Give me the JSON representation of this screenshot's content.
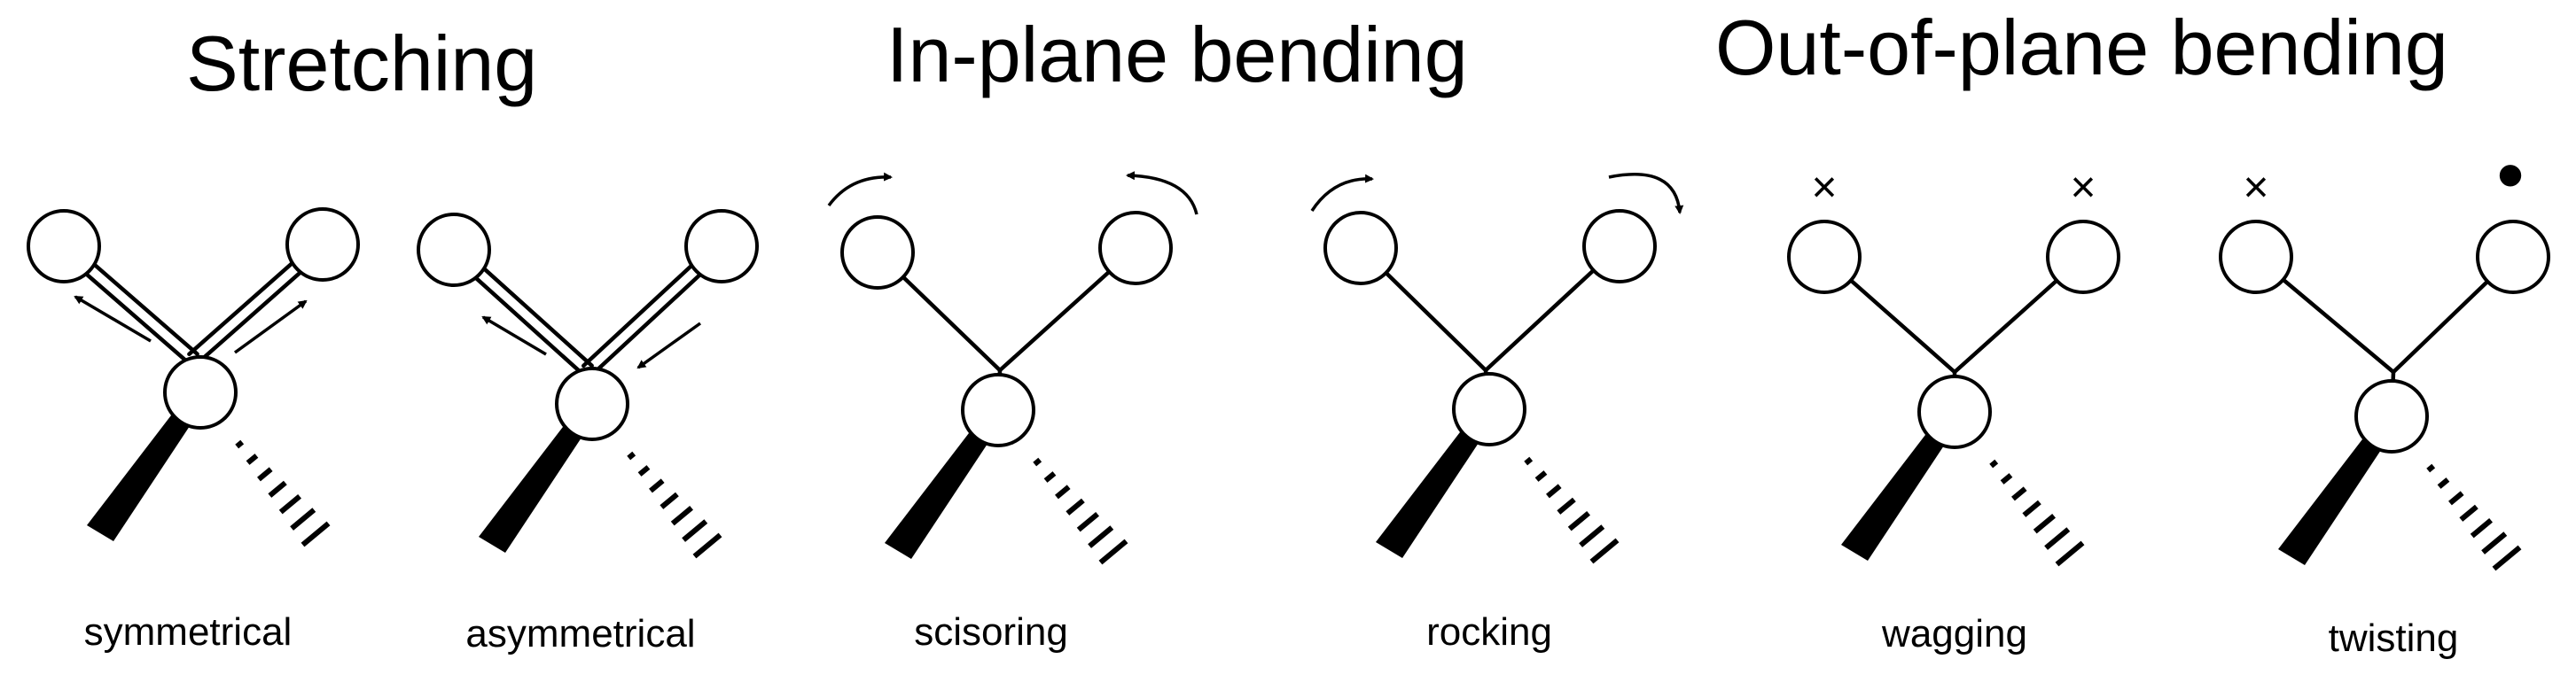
{
  "headings": {
    "stretching": "Stretching",
    "in_plane": "In-plane bending",
    "out_of_plane": "Out-of-plane bending"
  },
  "modes": [
    {
      "label": "symmetrical",
      "marker_left": "",
      "marker_right": ""
    },
    {
      "label": "asymmetrical",
      "marker_left": "",
      "marker_right": ""
    },
    {
      "label": "scisoring",
      "marker_left": "",
      "marker_right": ""
    },
    {
      "label": "rocking",
      "marker_left": "",
      "marker_right": ""
    },
    {
      "label": "wagging",
      "marker_left": "×",
      "marker_right": "×"
    },
    {
      "label": "twisting",
      "marker_left": "×",
      "marker_right": "•"
    }
  ]
}
